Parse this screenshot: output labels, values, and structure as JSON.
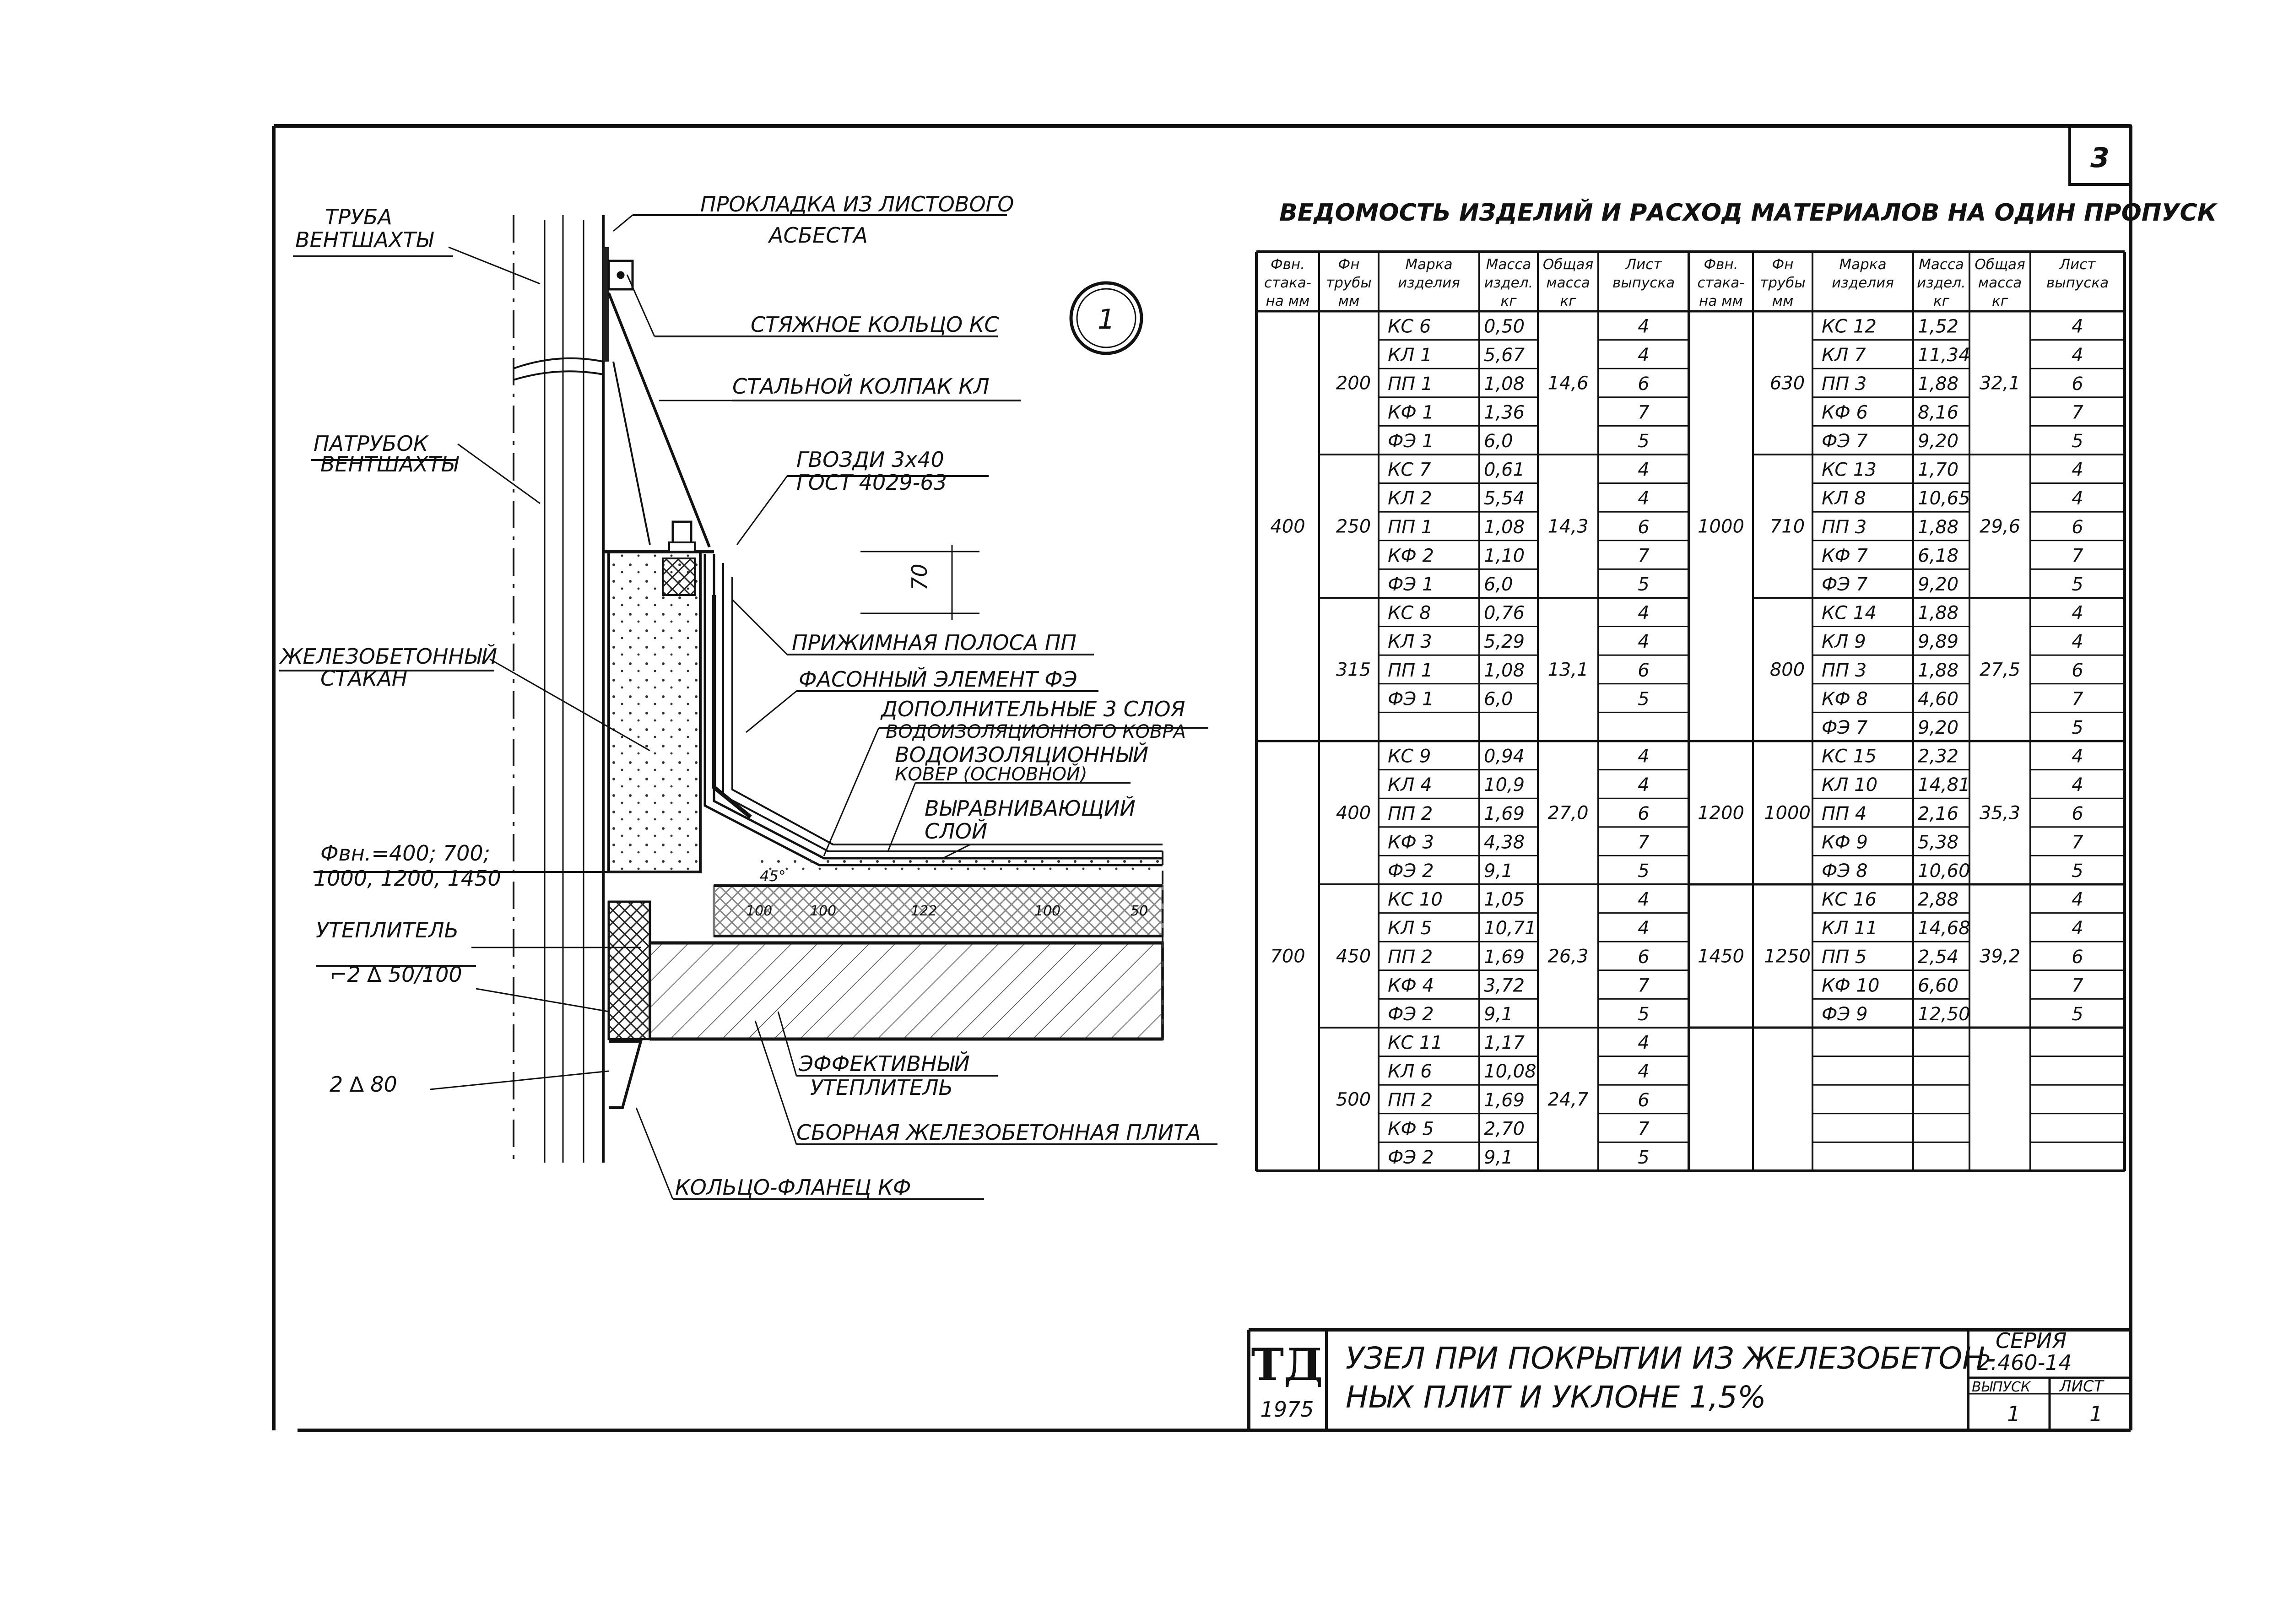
{
  "sheet": {
    "page_number": "3",
    "detail_number": "1",
    "table_title": "ВЕДОМОСТЬ ИЗДЕЛИЙ И РАСХОД МАТЕРИАЛОВ НА ОДИН ПРОПУСК"
  },
  "callouts": {
    "pipe": [
      "ТРУБА",
      "ВЕНТШАХТЫ"
    ],
    "gasket": [
      "ПРОКЛАДКА ИЗ ЛИСТОВОГО",
      "АСБЕСТА"
    ],
    "ring": "СТЯЖНОЕ КОЛЬЦО КС",
    "cap": "СТАЛЬНОЙ КОЛПАК КЛ",
    "nails": [
      "ГВОЗДИ 3x40",
      "ГОСТ 4029-63"
    ],
    "branch": [
      "ПАТРУБОК",
      "ВЕНТШАХТЫ"
    ],
    "dim_70": "70",
    "clamp_strip": "ПРИЖИМНАЯ ПОЛОСА ПП",
    "rc_glass": [
      "ЖЕЛЕЗОБЕТОННЫЙ",
      "СТАКАН"
    ],
    "shaped_el": "ФАСОННЫЙ ЭЛЕМЕНТ ФЭ",
    "extra_layers": [
      "ДОПОЛНИТЕЛЬНЫЕ 3 СЛОЯ",
      "ВОДОИЗОЛЯЦИОННОГО КОВРА"
    ],
    "main_carpet": [
      "ВОДОИЗОЛЯЦИОННЫЙ",
      "КОВЕР (ОСНОВНОЙ)"
    ],
    "leveling": [
      "ВЫРАВНИВАЮЩИЙ",
      "СЛОЙ"
    ],
    "diameters": [
      "Фвн.=400; 700;",
      "1000, 1200, 1450"
    ],
    "insulant": "УТЕПЛИТЕЛЬ",
    "weld1": "⌐2 ∆ 50/100",
    "weld2": "2 ∆ 80",
    "effective_ins": [
      "ЭФФЕКТИВНЫЙ",
      "УТЕПЛИТЕЛЬ"
    ],
    "rc_slab": "СБОРНАЯ ЖЕЛЕЗОБЕТОННАЯ ПЛИТА",
    "flange": "КОЛЬЦО-ФЛАНЕЦ КФ",
    "angle": "45°",
    "layer_dims": [
      "100",
      "100",
      "122",
      "100",
      "50"
    ]
  },
  "table": {
    "headers": [
      [
        "Фвн.",
        "стака-",
        "на мм"
      ],
      [
        "Фн",
        "трубы",
        "мм"
      ],
      [
        "Марка",
        "изделия"
      ],
      [
        "Масса",
        "издел.",
        "кг"
      ],
      [
        "Общая",
        "масса",
        "кг"
      ],
      [
        "Лист",
        "выпуска"
      ]
    ],
    "left_groups": [
      {
        "d_glass": "400",
        "subgroups": [
          {
            "d_pipe": "200",
            "total": "14,6",
            "rows": [
              [
                "КС 6",
                "0,50",
                "4"
              ],
              [
                "КЛ 1",
                "5,67",
                "4"
              ],
              [
                "ПП 1",
                "1,08",
                "6"
              ],
              [
                "КФ 1",
                "1,36",
                "7"
              ],
              [
                "ФЭ 1",
                "6,0",
                "5"
              ]
            ]
          },
          {
            "d_pipe": "250",
            "total": "14,3",
            "rows": [
              [
                "КС 7",
                "0,61",
                "4"
              ],
              [
                "КЛ 2",
                "5,54",
                "4"
              ],
              [
                "ПП 1",
                "1,08",
                "6"
              ],
              [
                "КФ 2",
                "1,10",
                "7"
              ],
              [
                "ФЭ 1",
                "6,0",
                "5"
              ]
            ]
          },
          {
            "d_pipe": "315",
            "total": "13,1",
            "rows": [
              [
                "КС 8",
                "0,76",
                "4"
              ],
              [
                "КЛ 3",
                "5,29",
                "4"
              ],
              [
                "ПП 1",
                "1,08",
                "6"
              ],
              [
                "ФЭ 1",
                "6,0",
                "5"
              ],
              [
                "",
                "",
                ""
              ]
            ]
          }
        ]
      },
      {
        "d_glass": "700",
        "subgroups": [
          {
            "d_pipe": "400",
            "total": "27,0",
            "rows": [
              [
                "КС 9",
                "0,94",
                "4"
              ],
              [
                "КЛ 4",
                "10,9",
                "4"
              ],
              [
                "ПП 2",
                "1,69",
                "6"
              ],
              [
                "КФ 3",
                "4,38",
                "7"
              ],
              [
                "ФЭ 2",
                "9,1",
                "5"
              ]
            ]
          },
          {
            "d_pipe": "450",
            "total": "26,3",
            "rows": [
              [
                "КС 10",
                "1,05",
                "4"
              ],
              [
                "КЛ 5",
                "10,71",
                "4"
              ],
              [
                "ПП 2",
                "1,69",
                "6"
              ],
              [
                "КФ 4",
                "3,72",
                "7"
              ],
              [
                "ФЭ 2",
                "9,1",
                "5"
              ]
            ]
          },
          {
            "d_pipe": "500",
            "total": "24,7",
            "rows": [
              [
                "КС 11",
                "1,17",
                "4"
              ],
              [
                "КЛ 6",
                "10,08",
                "4"
              ],
              [
                "ПП 2",
                "1,69",
                "6"
              ],
              [
                "КФ 5",
                "2,70",
                "7"
              ],
              [
                "ФЭ 2",
                "9,1",
                "5"
              ]
            ]
          }
        ]
      }
    ],
    "right_groups": [
      {
        "d_glass": "1000",
        "subgroups": [
          {
            "d_pipe": "630",
            "total": "32,1",
            "rows": [
              [
                "КС 12",
                "1,52",
                "4"
              ],
              [
                "КЛ 7",
                "11,34",
                "4"
              ],
              [
                "ПП 3",
                "1,88",
                "6"
              ],
              [
                "КФ 6",
                "8,16",
                "7"
              ],
              [
                "ФЭ 7",
                "9,20",
                "5"
              ]
            ]
          },
          {
            "d_pipe": "710",
            "total": "29,6",
            "rows": [
              [
                "КС 13",
                "1,70",
                "4"
              ],
              [
                "КЛ 8",
                "10,65",
                "4"
              ],
              [
                "ПП 3",
                "1,88",
                "6"
              ],
              [
                "КФ 7",
                "6,18",
                "7"
              ],
              [
                "ФЭ 7",
                "9,20",
                "5"
              ]
            ]
          },
          {
            "d_pipe": "800",
            "total": "27,5",
            "rows": [
              [
                "КС 14",
                "1,88",
                "4"
              ],
              [
                "КЛ 9",
                "9,89",
                "4"
              ],
              [
                "ПП 3",
                "1,88",
                "6"
              ],
              [
                "КФ 8",
                "4,60",
                "7"
              ],
              [
                "ФЭ 7",
                "9,20",
                "5"
              ]
            ]
          }
        ]
      },
      {
        "d_glass": "1200",
        "subgroups": [
          {
            "d_pipe": "1000",
            "total": "35,3",
            "rows": [
              [
                "КС 15",
                "2,32",
                "4"
              ],
              [
                "КЛ 10",
                "14,81",
                "4"
              ],
              [
                "ПП 4",
                "2,16",
                "6"
              ],
              [
                "КФ 9",
                "5,38",
                "7"
              ],
              [
                "ФЭ 8",
                "10,60",
                "5"
              ]
            ]
          }
        ]
      },
      {
        "d_glass": "1450",
        "subgroups": [
          {
            "d_pipe": "1250",
            "total": "39,2",
            "rows": [
              [
                "КС 16",
                "2,88",
                "4"
              ],
              [
                "КЛ 11",
                "14,68",
                "4"
              ],
              [
                "ПП 5",
                "2,54",
                "6"
              ],
              [
                "КФ 10",
                "6,60",
                "7"
              ],
              [
                "ФЭ 9",
                "12,50",
                "5"
              ]
            ]
          }
        ]
      }
    ]
  },
  "title_block": {
    "logo": "ТД",
    "year": "1975",
    "title_line1": "УЗЕЛ ПРИ ПОКРЫТИИ ИЗ ЖЕЛЕЗОБЕТОН-",
    "title_line2": "НЫХ ПЛИТ И УКЛОНЕ 1,5%",
    "series_label": "СЕРИЯ",
    "series_value": "2.460-14",
    "issue_label": "ВЫПУСК",
    "sheet_label": "ЛИСТ",
    "issue_value": "1",
    "sheet_value": "1"
  }
}
